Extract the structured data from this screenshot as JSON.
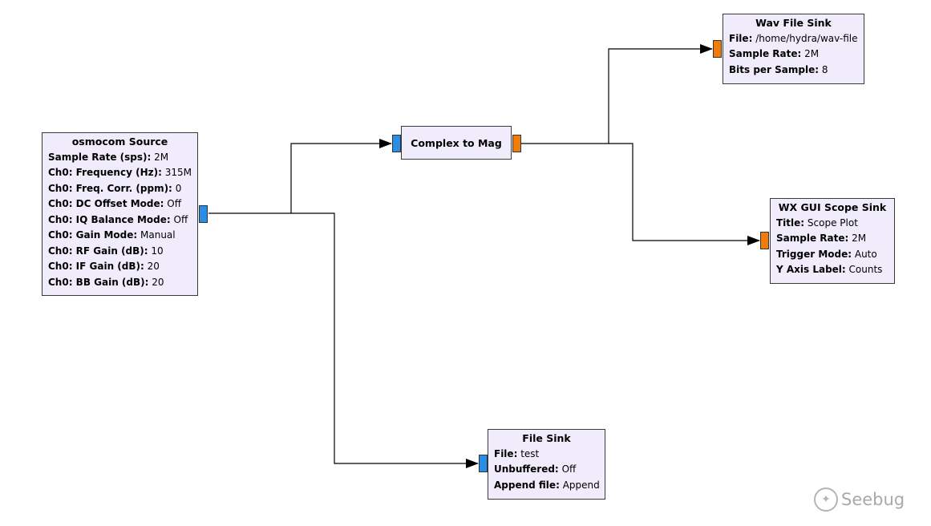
{
  "blocks": {
    "osmocom_source": {
      "title": "osmocom Source",
      "params": [
        {
          "key": "Sample Rate (sps):",
          "value": "2M"
        },
        {
          "key": "Ch0: Frequency (Hz):",
          "value": "315M"
        },
        {
          "key": "Ch0: Freq. Corr. (ppm):",
          "value": "0"
        },
        {
          "key": "Ch0: DC Offset Mode:",
          "value": "Off"
        },
        {
          "key": "Ch0: IQ Balance Mode:",
          "value": "Off"
        },
        {
          "key": "Ch0: Gain Mode:",
          "value": "Manual"
        },
        {
          "key": "Ch0: RF Gain (dB):",
          "value": "10"
        },
        {
          "key": "Ch0: IF Gain (dB):",
          "value": "20"
        },
        {
          "key": "Ch0: BB Gain (dB):",
          "value": "20"
        }
      ]
    },
    "complex_to_mag": {
      "title": "Complex to Mag"
    },
    "wav_file_sink": {
      "title": "Wav File Sink",
      "params": [
        {
          "key": "File:",
          "value": "/home/hydra/wav-file"
        },
        {
          "key": "Sample Rate:",
          "value": "2M"
        },
        {
          "key": "Bits per Sample:",
          "value": "8"
        }
      ]
    },
    "wx_gui_scope_sink": {
      "title": "WX GUI Scope Sink",
      "params": [
        {
          "key": "Title:",
          "value": "Scope Plot"
        },
        {
          "key": "Sample Rate:",
          "value": "2M"
        },
        {
          "key": "Trigger Mode:",
          "value": "Auto"
        },
        {
          "key": "Y Axis Label:",
          "value": "Counts"
        }
      ]
    },
    "file_sink": {
      "title": "File Sink",
      "params": [
        {
          "key": "File:",
          "value": "test"
        },
        {
          "key": "Unbuffered:",
          "value": "Off"
        },
        {
          "key": "Append file:",
          "value": "Append"
        }
      ]
    }
  },
  "port_colors": {
    "complex": "#2a8ee6",
    "float": "#f07d0a"
  },
  "watermark": {
    "text": "Seebug"
  }
}
